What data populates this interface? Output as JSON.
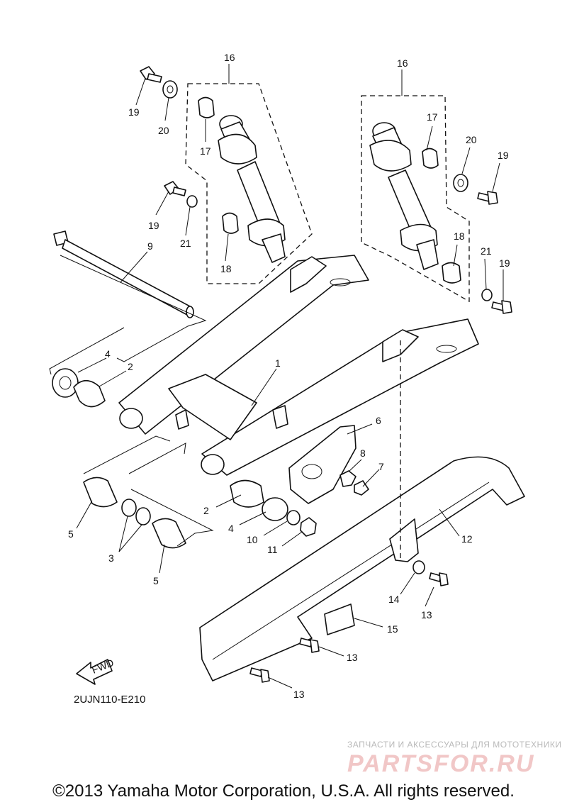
{
  "diagram": {
    "callouts": {
      "c1": "1",
      "c2a": "2",
      "c2b": "2",
      "c3": "3",
      "c4a": "4",
      "c4b": "4",
      "c5a": "5",
      "c5b": "5",
      "c6": "6",
      "c7": "7",
      "c8": "8",
      "c9": "9",
      "c10": "10",
      "c11": "11",
      "c12": "12",
      "c13a": "13",
      "c13b": "13",
      "c13c": "13",
      "c14": "14",
      "c15": "15",
      "c16a": "16",
      "c16b": "16",
      "c17a": "17",
      "c17b": "17",
      "c18a": "18",
      "c18b": "18",
      "c19a": "19",
      "c19b": "19",
      "c19c": "19",
      "c20a": "20",
      "c20b": "20",
      "c21a": "21",
      "c21b": "21"
    },
    "fwd_label": "FWD",
    "drawing_code": "2UJN110-E210"
  },
  "watermark": {
    "tagline": "ЗАПЧАСТИ И АКСЕССУАРЫ ДЛЯ МОТОТЕХНИКИ",
    "logo": "PARTSFOR.RU"
  },
  "footer": {
    "copyright": "©2013 Yamaha Motor Corporation, U.S.A. All rights reserved."
  }
}
